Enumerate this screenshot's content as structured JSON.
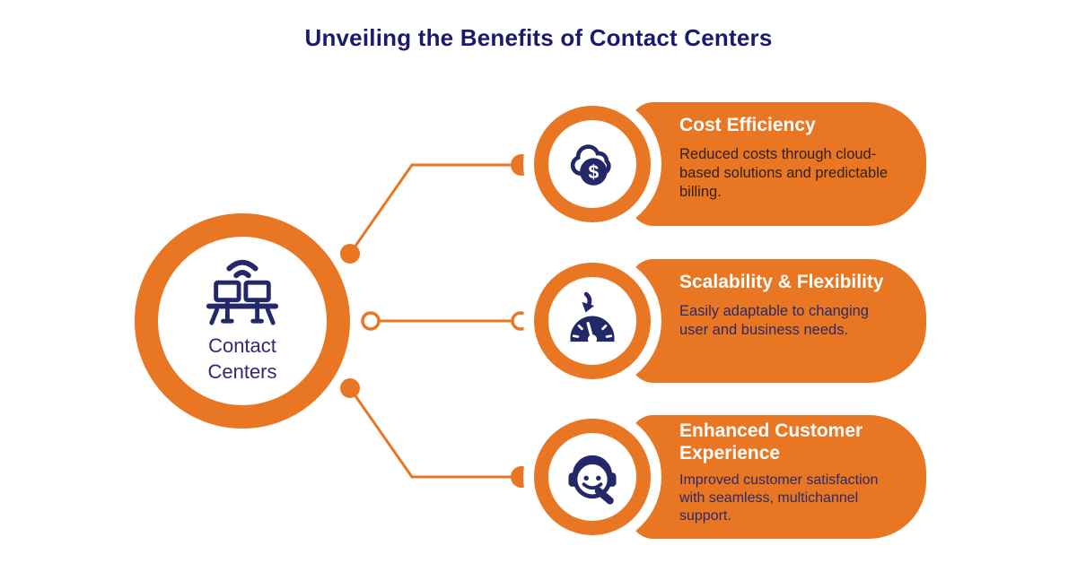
{
  "title": "Unveiling the Benefits of Contact Centers",
  "hub": {
    "label_line1": "Contact",
    "label_line2": "Centers",
    "icon": "workstations-wifi-icon"
  },
  "cards": [
    {
      "title": "Cost Efficiency",
      "description": "Reduced costs through cloud-based solutions and predictable billing.",
      "icon": "cloud-dollar-icon",
      "icon_glyph": "$"
    },
    {
      "title": "Scalability & Flexibility",
      "description": "Easily adaptable to changing user and business needs.",
      "icon": "gauge-arrow-icon"
    },
    {
      "title": "Enhanced Customer Experience",
      "description": "Improved customer satisfaction with seamless, multichannel support.",
      "icon": "headset-smiley-icon"
    }
  ],
  "colors": {
    "orange": "#E87623",
    "navy": "#232968",
    "title_navy": "#1A1A6E",
    "hub_label": "#2B2B76",
    "body_navy": "#2D2A66",
    "card1_body": "#342015",
    "white": "#FFFFFF"
  }
}
